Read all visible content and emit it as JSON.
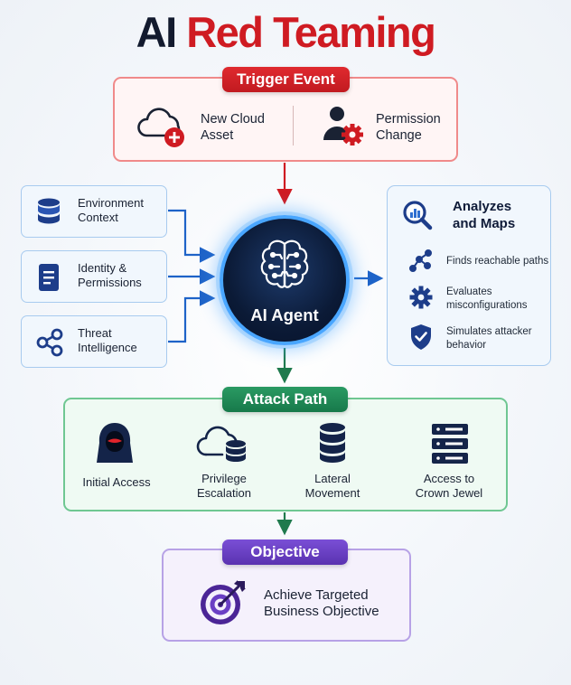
{
  "title": {
    "part1": "AI",
    "part2": "Red Teaming"
  },
  "trigger": {
    "pill": "Trigger Event",
    "items": [
      {
        "line1": "New Cloud",
        "line2": "Asset",
        "icon": "cloud-plus-icon"
      },
      {
        "line1": "Permission",
        "line2": "Change",
        "icon": "user-gear-icon"
      }
    ]
  },
  "inputs": [
    {
      "line1": "Environment",
      "line2": "Context",
      "icon": "database-icon"
    },
    {
      "line1": "Identity &",
      "line2": "Permissions",
      "icon": "document-icon"
    },
    {
      "line1": "Threat",
      "line2": "Intelligence",
      "icon": "share-icon"
    }
  ],
  "agent": {
    "label": "AI Agent",
    "icon": "brain-circuit-icon"
  },
  "analysis": {
    "heading_line1": "Analyzes",
    "heading_line2": "and Maps",
    "icon": "magnifier-chart-icon",
    "items": [
      {
        "line1": "Finds reachable paths",
        "line2": "",
        "icon": "network-nodes-icon"
      },
      {
        "line1": "Evaluates",
        "line2": "misconfigurations",
        "icon": "gear-icon"
      },
      {
        "line1": "Simulates attacker",
        "line2": "behavior",
        "icon": "shield-check-icon"
      }
    ]
  },
  "attack_path": {
    "pill": "Attack Path",
    "steps": [
      {
        "line1": "Initial Access",
        "line2": "",
        "icon": "hooded-hacker-icon"
      },
      {
        "line1": "Privilege",
        "line2": "Escalation",
        "icon": "cloud-database-icon"
      },
      {
        "line1": "Lateral",
        "line2": "Movement",
        "icon": "database-icon"
      },
      {
        "line1": "Access to",
        "line2": "Crown Jewel",
        "icon": "server-rack-icon"
      }
    ]
  },
  "objective": {
    "pill": "Objective",
    "line1": "Achieve Targeted",
    "line2": "Business Objective",
    "icon": "target-arrow-icon"
  },
  "colors": {
    "red": "#cf1b22",
    "navy": "#121a2e",
    "blue": "#1e63c8",
    "green": "#1f8a55",
    "purple": "#6a3fc4"
  }
}
